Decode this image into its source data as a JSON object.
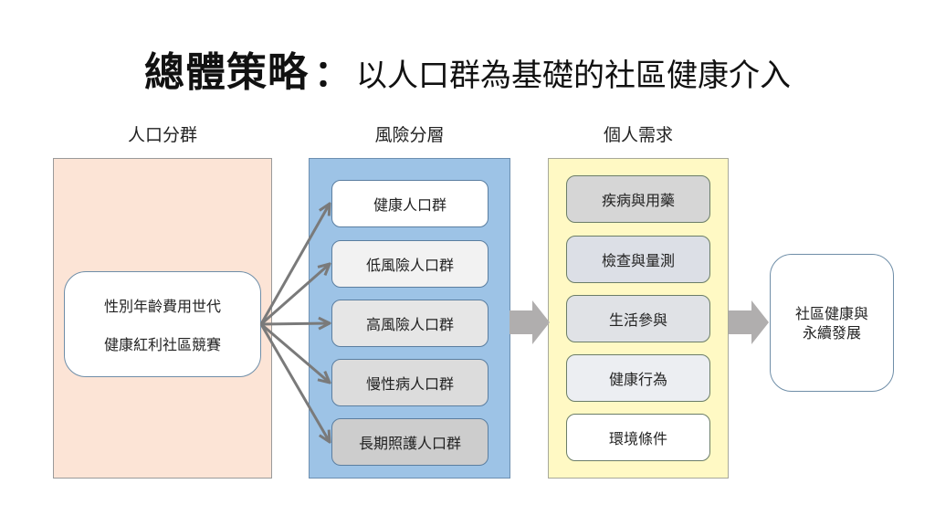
{
  "title": {
    "main": "總體策略",
    "colon": "：",
    "subtitle": "以人口群為基礎的社區健康介入"
  },
  "columns": [
    {
      "title": "人口分群",
      "color": "#fce4d6"
    },
    {
      "title": "風險分層",
      "color": "#9dc3e6"
    },
    {
      "title": "個人需求",
      "color": "#fff9c4"
    }
  ],
  "segmentation": {
    "lines": [
      "性別年齡費用世代",
      "健康紅利社區競賽"
    ]
  },
  "risk_strata": [
    {
      "label": "健康人口群",
      "fill": "#ffffff"
    },
    {
      "label": "低風險人口群",
      "fill": "#f2f2f2"
    },
    {
      "label": "高風險人口群",
      "fill": "#e6e6e6"
    },
    {
      "label": "慢性病人口群",
      "fill": "#dcdcdc"
    },
    {
      "label": "長期照護人口群",
      "fill": "#cdcdcd"
    }
  ],
  "needs": [
    {
      "label": "疾病與用藥",
      "fill": "#d6d6d6"
    },
    {
      "label": "檢查與量測",
      "fill": "#dcdfe6"
    },
    {
      "label": "生活參與",
      "fill": "#e0e2e6"
    },
    {
      "label": "健康行為",
      "fill": "#eceef2"
    },
    {
      "label": "環境條件",
      "fill": "#ffffff"
    }
  ],
  "goal": {
    "lines": [
      "社區健康與",
      "永續發展"
    ]
  },
  "colors": {
    "connector": "#7a7a7a",
    "block_arrow": "#b0aeae"
  }
}
